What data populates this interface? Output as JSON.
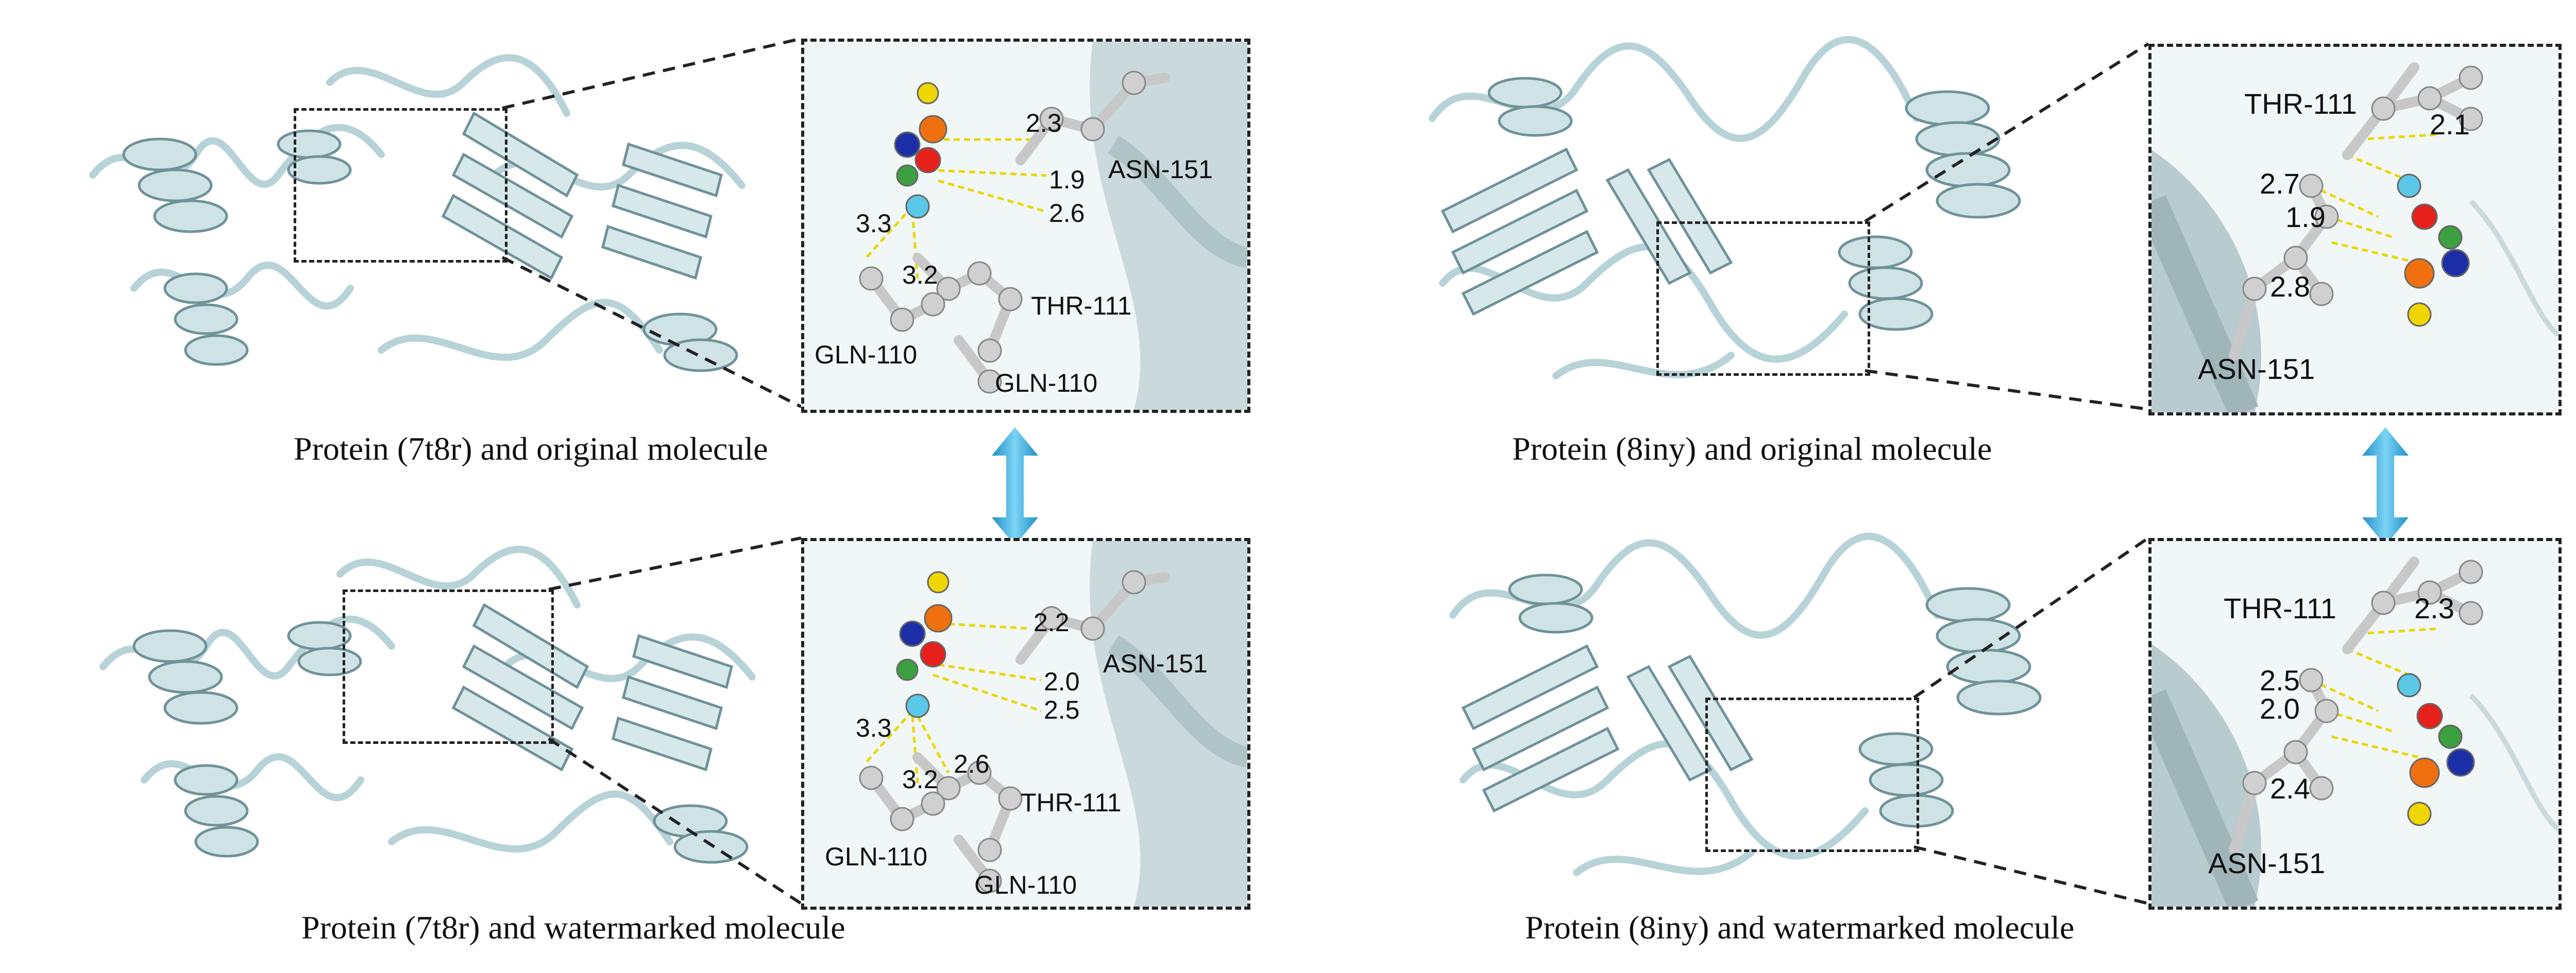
{
  "panels": [
    {
      "id": "7t8r-original",
      "caption": "Protein (7t8r) and original molecule",
      "residues": [
        "ASN-151",
        "GLN-110",
        "THR-111",
        "GLN-110"
      ],
      "distances": [
        "2.3",
        "1.9",
        "2.6",
        "3.3",
        "3.2"
      ]
    },
    {
      "id": "7t8r-watermarked",
      "caption": "Protein (7t8r) and watermarked molecule",
      "residues": [
        "ASN-151",
        "GLN-110",
        "THR-111",
        "GLN-110"
      ],
      "distances": [
        "2.2",
        "2.0",
        "2.5",
        "3.3",
        "2.6",
        "3.2"
      ]
    },
    {
      "id": "8iny-original",
      "caption": "Protein (8iny) and original molecule",
      "residues": [
        "THR-111",
        "ASN-151"
      ],
      "distances": [
        "2.1",
        "2.7",
        "1.9",
        "2.8"
      ]
    },
    {
      "id": "8iny-watermarked",
      "caption": "Protein (8iny) and watermarked molecule",
      "residues": [
        "THR-111",
        "ASN-151"
      ],
      "distances": [
        "2.3",
        "2.5",
        "2.0",
        "2.4"
      ]
    }
  ],
  "colors": {
    "ribbon": "#bcd7db",
    "ribbon_dark": "#6f9298",
    "arrow": "#39a8db",
    "hbond": "#e8d800",
    "carbon": "#c8c8c8",
    "oxygen": "#e8201c",
    "nitrogen": "#1c2fa8",
    "sulfur": "#f0d600",
    "orange": "#f07010",
    "chlorine": "#3aa040",
    "fluorine": "#5cc8e8"
  }
}
